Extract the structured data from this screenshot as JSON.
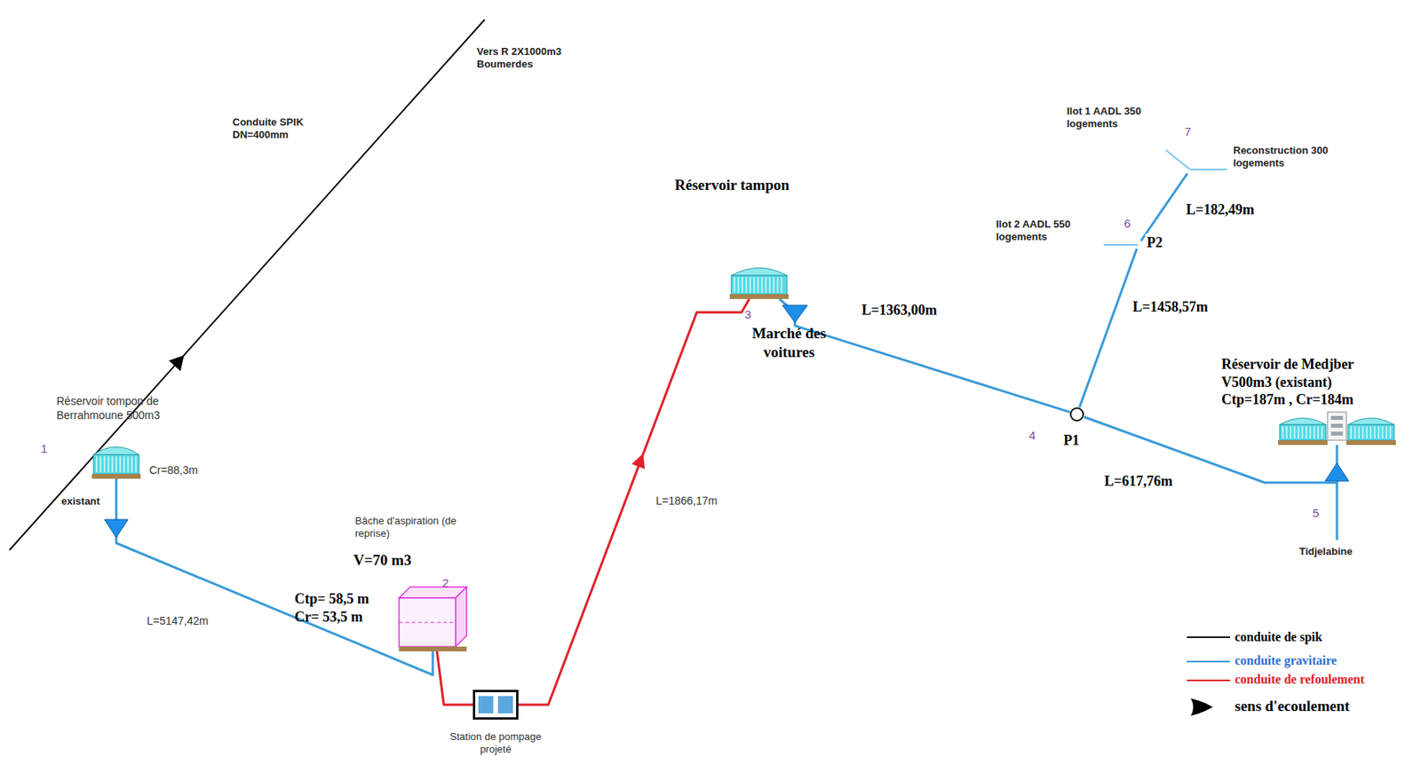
{
  "diagram": {
    "nodes": [
      {
        "text": [
          "1",
          "Réservoir tompon de Berrahmoune 500m3",
          "Cr=88,3m",
          "existant"
        ]
      },
      {
        "text": [
          "2",
          "Bâche d'aspiration (de reprise)",
          "V=70 m3",
          "Ctp= 58,5 m Cr= 53,5 m"
        ]
      },
      {
        "text": [
          "Station de pompage projeté"
        ]
      },
      {
        "text": [
          "Réservoir tampon",
          "3",
          "Marché des voitures"
        ]
      },
      {
        "text": [
          "4",
          "P1"
        ]
      },
      {
        "text": [
          "Réservoir de Medjber V500m3 (existant) Ctp=187m , Cr=184m",
          "5",
          "Tidjelabine"
        ]
      },
      {
        "text": [
          "6",
          "P2"
        ]
      },
      {
        "text": [
          "7"
        ]
      }
    ],
    "edges": [
      {
        "from": 0,
        "to": 1,
        "label": "L=5147,42m",
        "arrow": "none"
      },
      {
        "from": 1,
        "to": 2,
        "arrow": "none"
      },
      {
        "from": 2,
        "to": 3,
        "label": "L=1866,17m",
        "arrow": "none"
      },
      {
        "from": 3,
        "to": 4,
        "label": "L=1363,00m",
        "arrow": "none"
      },
      {
        "from": 4,
        "to": 5,
        "label": "L=617,76m",
        "arrow": "none"
      },
      {
        "from": 4,
        "to": 6,
        "label": "L=1458,57m",
        "arrow": "none"
      },
      {
        "from": 6,
        "to": 7,
        "label": "L=182,49m",
        "arrow": "none"
      }
    ],
    "labels": [
      "Vers R 2X1000m3 Boumerdes",
      "Conduite SPIK DN=400mm",
      "Ilot 1 AADL 350 logements",
      "Reconstruction 300 logements",
      "Ilot 2 AADL 550 logements"
    ],
    "legend": [
      {
        "text": "conduite de spik"
      },
      {
        "text": "conduite gravitaire"
      },
      {
        "text": "conduite de refoulement"
      },
      {
        "text": "sens d'ecoulement"
      }
    ]
  }
}
